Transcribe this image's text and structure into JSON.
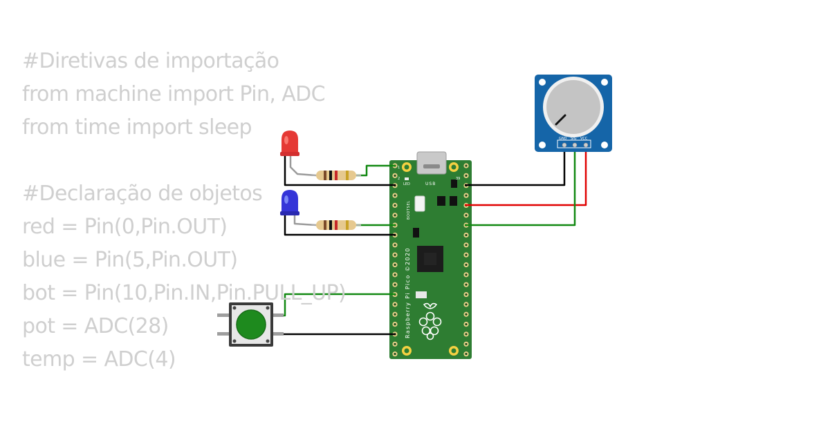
{
  "code_lines": [
    "#Diretivas de importação",
    "from machine import Pin, ADC",
    "from time import sleep",
    "",
    "#Declaração de objetos",
    "red = Pin(0,Pin.OUT)",
    "blue = Pin(5,Pin.OUT)",
    "bot = Pin(10,Pin.IN,Pin.PULL_UP)",
    "pot = ADC(28)",
    "temp = ADC(4)"
  ],
  "pico": {
    "usb_label": "USB",
    "led_label": "LED",
    "bootsel_label": "BOOTSEL",
    "board_text": "Raspberry Pi Pico ©2020",
    "pin_1": "1",
    "pin_2": "2",
    "pin_39": "39"
  },
  "potentiometer": {
    "gnd_label": "GND",
    "sig_label": "SIG",
    "vcc_label": "VCC"
  },
  "colors": {
    "board_green": "#2e7d32",
    "pot_blue": "#1565a8",
    "led_red": "#e53935",
    "led_blue": "#3535d8",
    "button_green": "#1e8a1e",
    "wire_green": "#118811",
    "wire_black": "#000000",
    "wire_red": "#e00000",
    "code_text": "#cfcfcf"
  }
}
